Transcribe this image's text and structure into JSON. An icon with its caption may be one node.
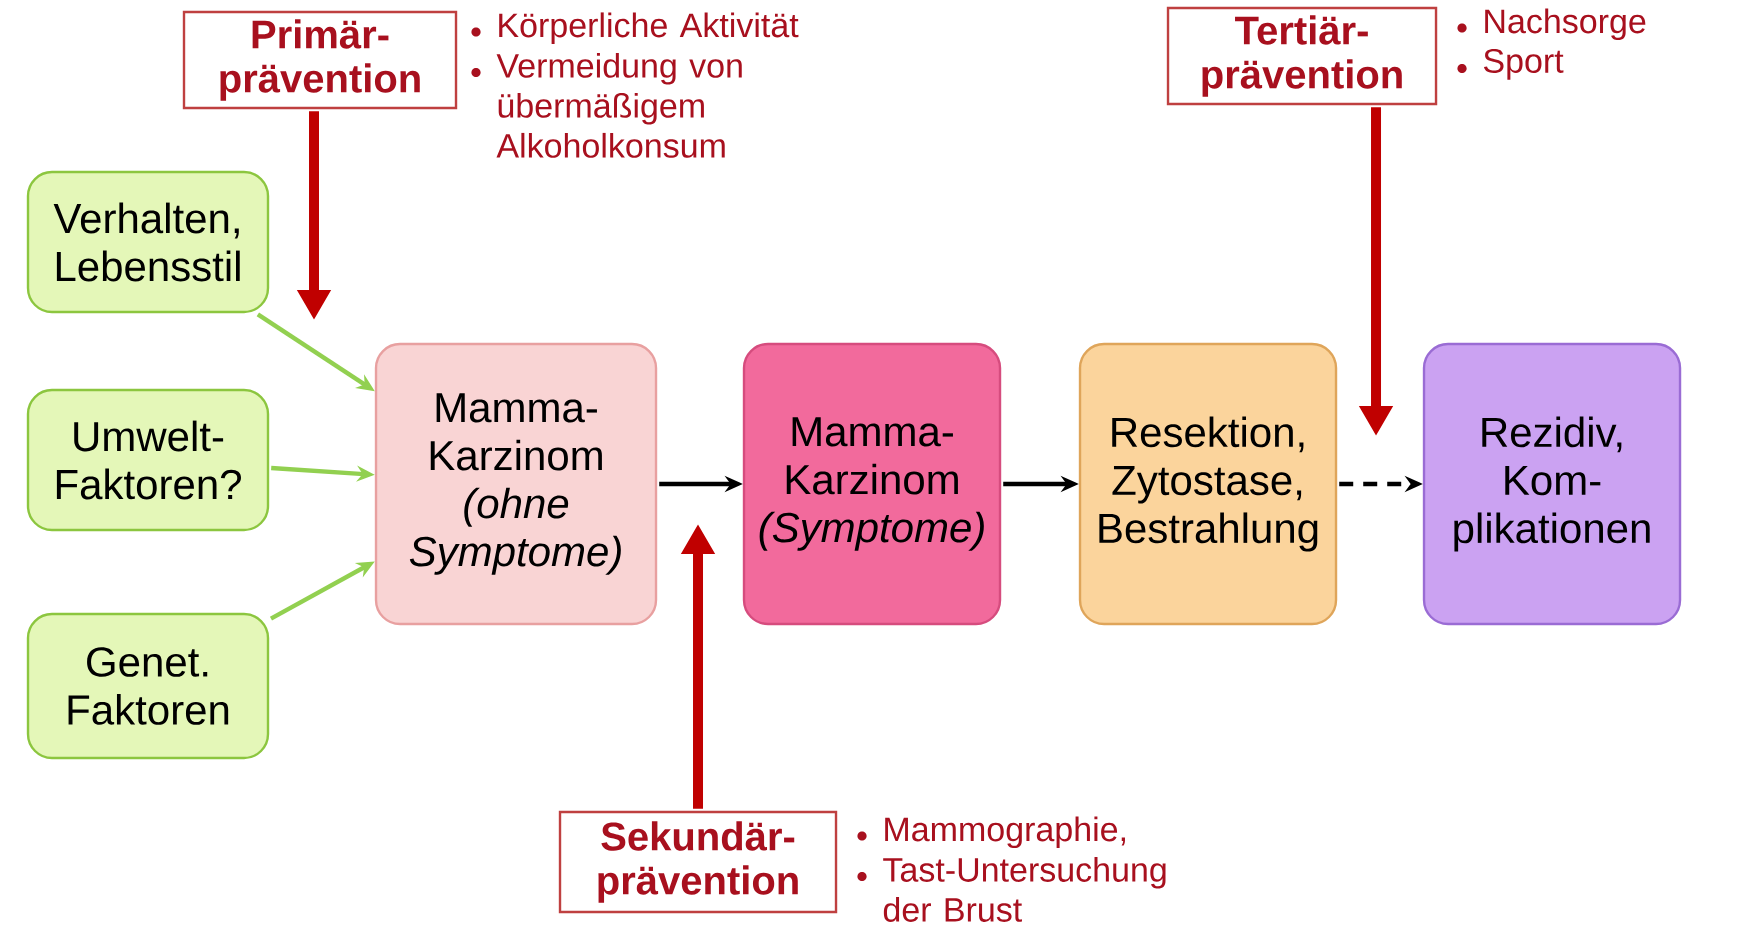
{
  "diagram": {
    "nodes": [
      {
        "text": [
          "Primär- prävention"
        ],
        "beside": [
          "Körperliche Aktivität",
          "Vermeidung von übermäßigem Alkoholkonsum"
        ]
      },
      {
        "text": [
          "Tertiär- prävention"
        ],
        "beside": [
          "Nachsorge",
          "Sport"
        ]
      },
      {
        "text": [
          "Verhalten, Lebensstil"
        ]
      },
      {
        "text": [
          "Umwelt- Faktoren?"
        ]
      },
      {
        "text": [
          "Genet. Faktoren"
        ]
      },
      {
        "text": [
          "Mamma- Karzinom *(ohne Symptome)*"
        ]
      },
      {
        "text": [
          "Mamma- Karzinom *(Symptome)*"
        ]
      },
      {
        "text": [
          "Resektion, Zytostase, Bestrahlung"
        ]
      },
      {
        "text": [
          "Rezidiv, Kom- plikationen"
        ]
      },
      {
        "text": [
          "Sekundär- prävention"
        ],
        "beside": [
          "Mammographie,",
          "Tast-Untersuchung der Brust"
        ]
      }
    ],
    "edges": [
      {
        "from": 2,
        "to": 5,
        "arrow": "to",
        "color": "#92d050"
      },
      {
        "from": 3,
        "to": 5,
        "arrow": "to",
        "color": "#92d050"
      },
      {
        "from": 4,
        "to": 5,
        "arrow": "to",
        "color": "#92d050"
      },
      {
        "from": 5,
        "to": 6,
        "arrow": "to",
        "color": "#000000"
      },
      {
        "from": 6,
        "to": 7,
        "arrow": "to",
        "color": "#000000"
      },
      {
        "from": 7,
        "to": 8,
        "arrow": "to",
        "style": "dashed",
        "color": "#000000"
      },
      {
        "from": 0,
        "to": null,
        "arrow": "to",
        "style": "thick",
        "color": "#c00000"
      },
      {
        "from": 9,
        "to": null,
        "arrow": "to",
        "style": "thick",
        "color": "#c00000"
      },
      {
        "from": 1,
        "to": null,
        "arrow": "to",
        "style": "thick",
        "color": "#c00000"
      }
    ]
  }
}
